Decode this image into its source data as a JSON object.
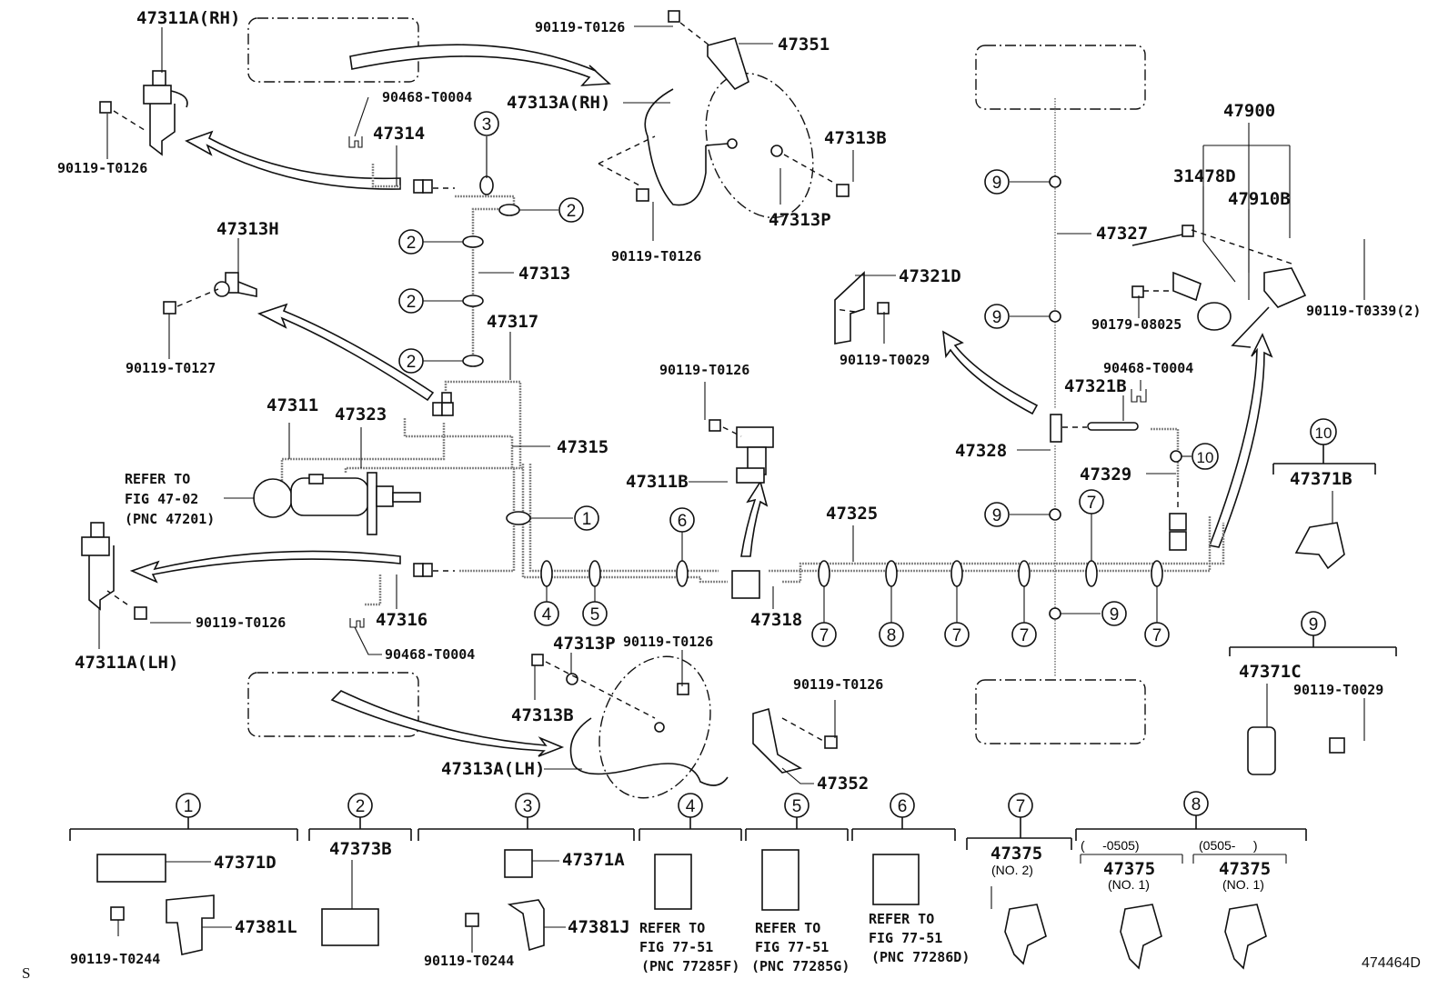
{
  "figure": {
    "code": "474464D",
    "corner_mark": "S"
  },
  "labels": {
    "p47311A_RH": "47311A(RH)",
    "p90119_T0126_a": "90119-T0126",
    "p90468_T0004_a": "90468-T0004",
    "p47314": "47314",
    "p90119_T0126_b": "90119-T0126",
    "p47351": "47351",
    "p47313A_RH": "47313A(RH)",
    "p47313B_a": "47313B",
    "p47313P_a": "47313P",
    "p90119_T0126_c": "90119-T0126",
    "p47313H": "47313H",
    "p90119_T0127": "90119-T0127",
    "p47313": "47313",
    "p47317": "47317",
    "p47311": "47311",
    "p47323": "47323",
    "p47315": "47315",
    "refer_fig47_line1": "REFER TO",
    "refer_fig47_line2": "FIG 47-02",
    "refer_fig47_line3": "(PNC 47201)",
    "p90119_T0126_d": "90119-T0126",
    "p47311A_LH": "47311A(LH)",
    "p47316": "47316",
    "p90468_T0004_b": "90468-T0004",
    "p90119_T0126_e": "90119-T0126",
    "p47311B": "47311B",
    "p47325": "47325",
    "p47318": "47318",
    "p47313P_b": "47313P",
    "p90119_T0126_f": "90119-T0126",
    "p47313B_b": "47313B",
    "p47313A_LH": "47313A(LH)",
    "p90119_T0126_g": "90119-T0126",
    "p47352": "47352",
    "p47321D": "47321D",
    "p90119_T0029_a": "90119-T0029",
    "p47327": "47327",
    "p47321B": "47321B",
    "p90468_T0004_c": "90468-T0004",
    "p47328": "47328",
    "p47329": "47329",
    "p47900": "47900",
    "p31478D": "31478D",
    "p47910B": "47910B",
    "p90179_08025": "90179-08025",
    "p90119_T0339": "90119-T0339(2)"
  },
  "callouts_main": {
    "c3": "3",
    "c2a": "2",
    "c2b": "2",
    "c2c": "2",
    "c2d": "2",
    "c1": "1",
    "c4": "4",
    "c5": "5",
    "c6": "6",
    "c7a": "7",
    "c8": "8",
    "c7b": "7",
    "c7c": "7",
    "c7d": "7",
    "c7e": "7",
    "c9a": "9",
    "c9b": "9",
    "c9c": "9",
    "c9d": "9",
    "c10": "10"
  },
  "legend": {
    "g1": {
      "num": "1",
      "parts": [
        "47371D",
        "47381L",
        "90119-T0244"
      ]
    },
    "g2": {
      "num": "2",
      "parts": [
        "47373B"
      ]
    },
    "g3": {
      "num": "3",
      "parts": [
        "47371A",
        "47381J",
        "90119-T0244"
      ]
    },
    "g4": {
      "num": "4",
      "refer": [
        "REFER TO",
        "FIG 77-51",
        "(PNC 77285F)"
      ]
    },
    "g5": {
      "num": "5",
      "refer": [
        "REFER TO",
        "FIG 77-51",
        "(PNC 77285G)"
      ]
    },
    "g6": {
      "num": "6",
      "refer": [
        "REFER TO",
        "FIG 77-51",
        "(PNC 77286D)"
      ]
    },
    "g7": {
      "num": "7",
      "part": "47375",
      "sub": "(NO. 2)"
    },
    "g8": {
      "num": "8",
      "left": {
        "range": "(     -0505)",
        "part": "47375",
        "sub": "(NO. 1)"
      },
      "right": {
        "range": "(0505-     )",
        "part": "47375",
        "sub": "(NO. 1)"
      }
    },
    "g9": {
      "num": "9",
      "parts": [
        "47371C",
        "90119-T0029"
      ]
    },
    "g10": {
      "num": "10",
      "parts": [
        "47371B"
      ]
    }
  }
}
